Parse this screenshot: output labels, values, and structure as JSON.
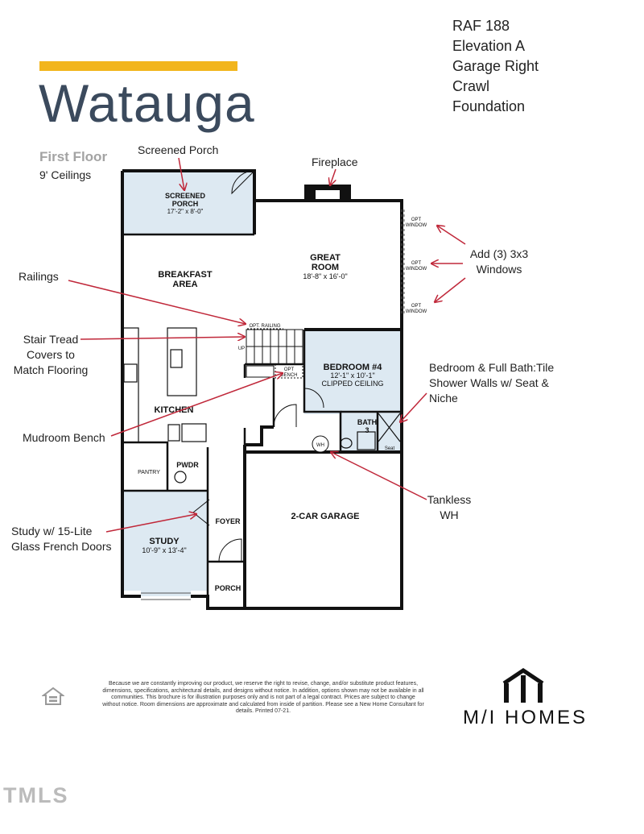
{
  "brand": {
    "title": "Watauga",
    "floor": "First Floor",
    "ceilings": "9' Ceilings"
  },
  "spec": {
    "lines": [
      "RAF 188",
      "Elevation A",
      "Garage Right",
      "Crawl",
      "Foundation"
    ]
  },
  "rooms": {
    "screened_porch": {
      "name_1": "SCREENED",
      "name_2": "PORCH",
      "dims": "17'-2\" x 8'-0\""
    },
    "great_room": {
      "name_1": "GREAT",
      "name_2": "ROOM",
      "dims": "18'-8\" x 16'-0\""
    },
    "breakfast": {
      "name_1": "BREAKFAST",
      "name_2": "AREA"
    },
    "kitchen": {
      "name": "KITCHEN"
    },
    "bedroom4": {
      "name": "BEDROOM #4",
      "dims": "12'-1\" x 10'-1\"",
      "note": "CLIPPED CEILING"
    },
    "bath3": {
      "name_1": "BATH",
      "name_2": "3",
      "seat": "Seat"
    },
    "pantry": {
      "name": "PANTRY"
    },
    "pwdr": {
      "name": "PWDR"
    },
    "study": {
      "name": "STUDY",
      "dims": "10'-9\" x 13'-4\""
    },
    "foyer": {
      "name": "FOYER"
    },
    "porch": {
      "name": "PORCH"
    },
    "garage": {
      "name": "2-CAR GARAGE"
    },
    "wh": {
      "name": "WH"
    },
    "up": {
      "name": "UP"
    },
    "opt_railing": {
      "name": "OPT. RAILING"
    },
    "opt_bench": {
      "name_1": "OPT",
      "name_2": "BENCH"
    },
    "opt_window": {
      "name_1": "OPT",
      "name_2": "WINDOW"
    }
  },
  "callouts": {
    "screened_porch": "Screened Porch",
    "fireplace": "Fireplace",
    "railings": "Railings",
    "stair_1": "Stair Tread",
    "stair_2": "Covers to",
    "stair_3": "Match Flooring",
    "windows_1": "Add (3) 3x3",
    "windows_2": "Windows",
    "bath_1": "Bedroom & Full Bath:Tile",
    "bath_2": "Shower Walls w/ Seat &",
    "bath_3": "Niche",
    "mudroom": "Mudroom Bench",
    "tankless_1": "Tankless",
    "tankless_2": "WH",
    "study_1": "Study w/ 15-Lite",
    "study_2": "Glass French Doors"
  },
  "footer": {
    "disclaimer": "Because we are constantly improving our product, we reserve the right to revise, change, and/or substitute product features, dimensions, specifications, architectural details, and designs without notice. In addition, options shown may not be available in all communities. This brochure is for illustration purposes only and is not part of a legal contract. Prices are subject to change without notice. Room dimensions are approximate and calculated from inside of partition. Please see a New Home Consultant for details. Printed 07-21.",
    "logo": "M/I HOMES",
    "watermark": "TMLS"
  },
  "colors": {
    "accent": "#f2b51c",
    "title": "#3b4a5d",
    "arrow": "#c0283a",
    "room_fill": "#dde9f2",
    "wall": "#111111"
  }
}
